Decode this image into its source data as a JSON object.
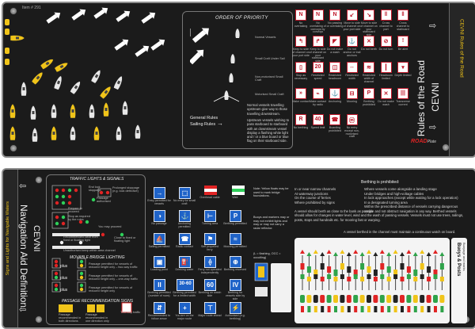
{
  "top": {
    "item_number": "Item # 291",
    "order_title": "ORDER OF PRIORITY",
    "priority_labels": [
      "Normal Vessels",
      "Small Craft Under Sail",
      "Non-motorised Small Craft",
      "Motorised Small Craft"
    ],
    "priority_note_1": "Normal vessels travelling upstream give way to those travelling downstream.",
    "priority_note_2": "Upstream vessels wishing to pass starboard to starboard with an downstream vessel display a flashing white light and / or a blue board or blue flag on their starboard side.",
    "general_rules": "General Rules",
    "sailing_rules": "Sailing Rules",
    "rules_title": "Rules of the Road",
    "cevni": "CEVNI",
    "brand": "ROAD",
    "brand_suffix": "Plate",
    "side_text": "CEVNI Rules of the Road",
    "signs": [
      {
        "sym": "N",
        "label": "No overtaking"
      },
      {
        "sym": "N",
        "label": "No overtaking of convoys by convoys"
      },
      {
        "sym": "N",
        "label": "No passing or overtaking"
      },
      {
        "sym": "↙",
        "label": "Move to side of channel on your port side"
      },
      {
        "sym": "↘",
        "label": "Move to side of channel on your starboard side"
      },
      {
        "sym": "‖",
        "label": "Cross channel to port"
      },
      {
        "sym": "‖",
        "label": "Cross channel to starboard"
      },
      {
        "sym": "↰",
        "label": "Keep to side of channel on your port side"
      },
      {
        "sym": "↱",
        "label": "Keep to side of channel on your starboard side"
      },
      {
        "sym": "◤",
        "label": "Do not make a wash"
      },
      {
        "sym": "⚓",
        "label": "Do not anchor or trail anchors"
      },
      {
        "sym": "✕",
        "label": "Do not berth"
      },
      {
        "sym": "⊘",
        "label": "Do not turn"
      },
      {
        "sym": "!",
        "label": "Be alert"
      },
      {
        "sym": "▯",
        "label": "Stop as necessary"
      },
      {
        "sym": "20",
        "label": "Restricted speed"
      },
      {
        "sym": "◫",
        "label": "Restricted headroom"
      },
      {
        "sym": "↔",
        "label": "Restricted width"
      },
      {
        "sym": "≋",
        "label": "Restricted width of channel"
      },
      {
        "sym": "┃",
        "label": "Headroom limited"
      },
      {
        "sym": "▾",
        "label": "Depth limited"
      },
      {
        "sym": "»",
        "label": "Make contact"
      },
      {
        "sym": "⌁",
        "label": "Make contact by radio"
      },
      {
        "sym": "⚓",
        "label": "Anchoring"
      },
      {
        "sym": "⊟",
        "label": "Mooring"
      },
      {
        "sym": "P",
        "label": "Berthing prohibited"
      },
      {
        "sym": "✕",
        "label": "Do not make wash"
      },
      {
        "sym": "|||",
        "label": "Transverse current"
      },
      {
        "sym": "R",
        "label": "No berthing"
      },
      {
        "sym": "40",
        "label": "Speed limit"
      },
      {
        "sym": "☎",
        "label": "Boarding prohibited"
      },
      {
        "sym": "ⓜ",
        "label": "No entry except non-motorised craft"
      }
    ]
  },
  "bottom": {
    "section_lights": "TRAFFIC LIGHTS & SIGNALS",
    "section_bridge": "MOVABLE BRIDGE LIGHTING",
    "section_passage": "PASSAGE RECOMMENDATION SIGNS",
    "light_labels": [
      "End lock stoppage",
      "Prolonged stoppage (e.g. lock defective)",
      "Passage authorised",
      "Prepare to proceed",
      "Stop as required by the rules",
      "You may proceed",
      "Recommended clear from fixed or floating light",
      "Close to fixed or floating light",
      "Unauthorised keep within area channel"
    ],
    "bridge_labels": [
      "Passage permitted for vessels of reduced height only – two-way traffic",
      "Passage permitted for vessels of reduced height only – one-way traffic",
      "Passage permitted for vessels of reduced height only"
    ],
    "passage_labels": [
      "Passage recommended in both directions",
      "Passage recommended in one direction only",
      "Two-way traffic"
    ],
    "plus_labels": [
      "plus",
      "plus",
      "plus"
    ],
    "nav_title": "Navigation Aid Definition",
    "cevni": "CEVNI",
    "side_text": "Signs and Lights for Navigable Waters",
    "blue_signs": [
      {
        "sym": "→",
        "label": "Entry permitted for vessels"
      },
      {
        "sym": "⬚",
        "label": "No entry for small craft"
      },
      {
        "sym": "⇄",
        "label": "Overhead cable"
      },
      {
        "sym": "⛴",
        "label": "Weir"
      },
      {
        "sym": "◑",
        "label": "No passage"
      },
      {
        "sym": "⚓",
        "label": "Anchoring permitted"
      },
      {
        "sym": "⊢",
        "label": "Turning area"
      },
      {
        "sym": "P",
        "label": "Berthing permitted"
      },
      {
        "sym": "⛵",
        "label": "Sailing permitted"
      },
      {
        "sym": "☎",
        "label": "Radio contact"
      },
      {
        "sym": "⚑",
        "label": "Self propelled ferry"
      },
      {
        "sym": "≈",
        "label": "Mooring permitted"
      },
      {
        "sym": "▣",
        "label": "Loading point"
      },
      {
        "sym": "⛽",
        "label": "Drinking water"
      },
      {
        "sym": "⟠",
        "label": "Ferry not operated independently"
      },
      {
        "sym": "⊕",
        "label": "Berthing reserved"
      },
      {
        "sym": "II",
        "label": "Berthing permitted (number of rows)"
      },
      {
        "sym": "30-60",
        "label": "Berthing permitted for a limited width"
      },
      {
        "sym": "60",
        "label": "Berthing on watch side"
      },
      {
        "sym": "IV",
        "label": "Berthing for vessels side by side"
      },
      {
        "sym": "⇵",
        "label": "Recommended to follow arrow"
      },
      {
        "sym": "+",
        "label": "You are on the major route"
      },
      {
        "sym": "⊤",
        "label": "Major route ahead"
      },
      {
        "sym": "⚡",
        "label": "Authorised (e.g. berthing)"
      }
    ],
    "note_text": "Note: Yellow floats may be used to mark bridge foundations.",
    "note_text_2": "Buoys and markers may or may not exhibit lights and may or may not carry a radar reflector.",
    "note_text_3": "(L = flashing, OCC = occulting)",
    "prohibited_label": "Berthing is prohibited:",
    "prohibited_left": [
      "In or near narrow channels",
      "At waterway junctions",
      "On the course of ferries",
      "Where prohibited by signs"
    ],
    "prohibited_right": [
      "Where vessels come alongside a landing stage",
      "Under bridges and high-voltage cables",
      "In lock approaches (except while waiting for a lock operation)",
      "In a designated turning area",
      "Within the prescribed distance of vessels carrying dangerous cargo"
    ],
    "body_1": "A vessel should berth as close to the bank as possible and not obstruct navigation in any way. Berthed vessels should allow for changes in water level, wind and the wash of passing vessels. Vessels must not use trees, railings, posts, stops and handrails etc. for mooring fast or warping.",
    "body_2": "A vessel berthed in the channel must maintain a continuous watch on board.",
    "buoys_title": "Buoys & Posts",
    "buoys_sub": "Buoyage and marks"
  },
  "colors": {
    "card": "#1b1b1b",
    "sign_red": "#c0182a",
    "sign_blue": "#1f63c8",
    "light_green": "#2fd05a",
    "light_red": "#e02424",
    "boat_yellow": "#f0c419"
  }
}
